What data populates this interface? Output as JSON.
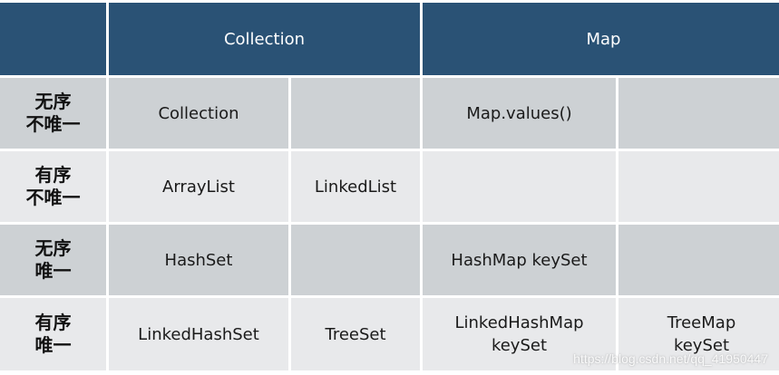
{
  "header": {
    "collection": "Collection",
    "map": "Map"
  },
  "rows": [
    {
      "label": "无序\n不唯一",
      "cells": [
        "Collection",
        "",
        "Map.values()",
        ""
      ]
    },
    {
      "label": "有序\n不唯一",
      "cells": [
        "ArrayList",
        "LinkedList",
        "",
        ""
      ]
    },
    {
      "label": "无序\n唯一",
      "cells": [
        "HashSet",
        "",
        "HashMap  keySet",
        ""
      ]
    },
    {
      "label": "有序\n唯一",
      "cells": [
        "LinkedHashSet",
        "TreeSet",
        "LinkedHashMap\nkeySet",
        "TreeMap\nkeySet"
      ]
    }
  ],
  "watermark": "https://blog.csdn.net/qq_41950447",
  "colors": {
    "header_bg": "#2a5275",
    "row_odd": "#cdd1d4",
    "row_even": "#e8e9eb"
  }
}
